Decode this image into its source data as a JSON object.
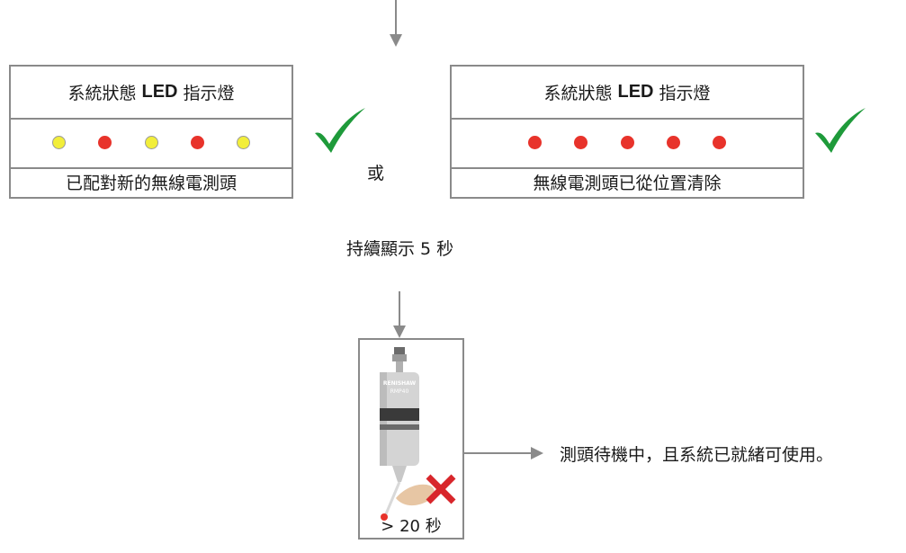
{
  "colors": {
    "led_red": "#e8332b",
    "led_yellow": "#f2ee3a",
    "check_green": "#1e9a3a",
    "line_gray": "#8a8a8a",
    "cross_red": "#d8262b"
  },
  "left_panel": {
    "title_prefix": "系統狀態",
    "title_led": "LED",
    "title_suffix": "指示燈",
    "leds": [
      "yellow",
      "red",
      "yellow",
      "red",
      "yellow"
    ],
    "caption": "已配對新的無線電測頭"
  },
  "right_panel": {
    "title_prefix": "系統狀態",
    "title_led": "LED",
    "title_suffix": "指示燈",
    "leds": [
      "red",
      "red",
      "red",
      "red",
      "red"
    ],
    "caption": "無線電測頭已從位置清除"
  },
  "or_label": "或",
  "duration_label": "持續顯示 5 秒",
  "probe": {
    "brand": "RENISHAW",
    "model": "RMP40",
    "time_label": "> 20 秒"
  },
  "result_label": "測頭待機中，且系統已就緒可使用。",
  "icons": [
    "check-icon",
    "check-icon",
    "cross-icon",
    "arrow-down-icon"
  ]
}
